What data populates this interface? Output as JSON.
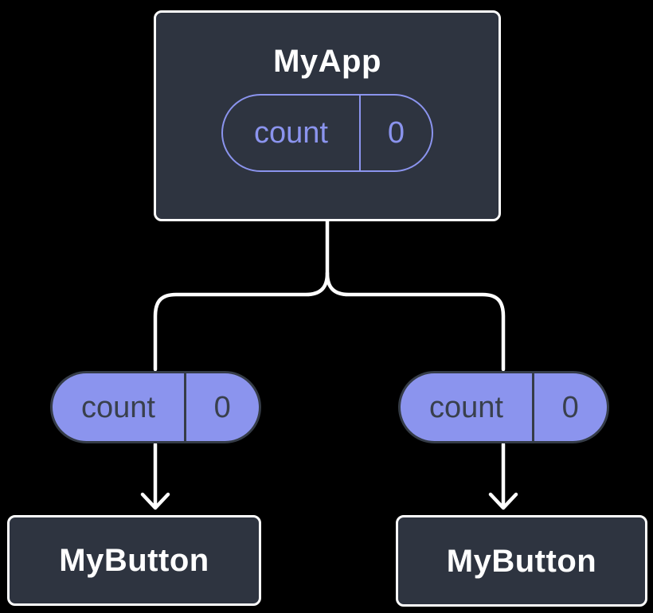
{
  "colors": {
    "background": "#000000",
    "box-fill": "#2E3440",
    "box-border": "#FFFFFF",
    "box-text": "#FFFFFF",
    "accent-purple": "#8B94EE",
    "pill-fill": "#8B94EE",
    "pill-border-dark": "#353C47",
    "pill-text-dark": "#39404C",
    "connector": "#FFFFFF"
  },
  "diagram": {
    "root": {
      "title": "MyApp",
      "state_pill": {
        "label": "count",
        "value": "0"
      }
    },
    "prop_pills": [
      {
        "label": "count",
        "value": "0"
      },
      {
        "label": "count",
        "value": "0"
      }
    ],
    "children": [
      {
        "title": "MyButton"
      },
      {
        "title": "MyButton"
      }
    ]
  }
}
